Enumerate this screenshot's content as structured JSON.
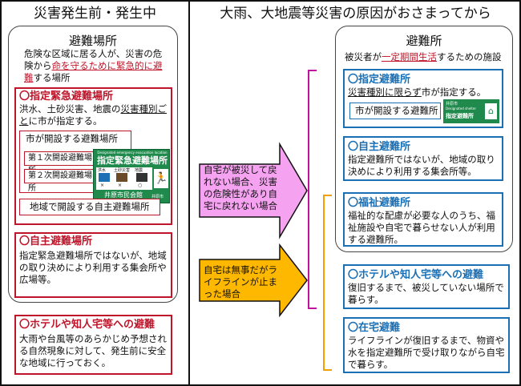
{
  "left": {
    "header": "災害発生前・発生中",
    "shelter_group": {
      "title": "避難場所",
      "desc_parts": [
        "危険な区域に居る人が、災害の危険から",
        "命を守るために緊急的に避難",
        "する場所"
      ]
    },
    "designated_emergency": {
      "title": "〇指定緊急避難場所",
      "desc_parts": [
        "洪水、土砂災害、地震の",
        "災害種別ごと",
        "に市が指定する。"
      ],
      "city_box": "市が開設する避難場所",
      "first": "第１次開設避難場所",
      "second": "第２次開設避難場所",
      "local_box": "地域で開設する自主避難場所"
    },
    "sign": {
      "top": "Designated emergency evacuation location",
      "title": "指定緊急避難場所",
      "hazards": [
        "洪水",
        "土砂災害",
        "地震"
      ],
      "marks": [
        "×",
        "×",
        "○"
      ],
      "name": "井原市民会館",
      "city": "井原市"
    },
    "voluntary": {
      "title": "〇自主避難場所",
      "desc": "指定緊急避難場所ではないが、地域の取り決めにより利用する集会所や広場等。"
    },
    "hotel": {
      "title": "〇ホテルや知人宅等への避難",
      "desc": "大雨や台風等のあらかじめ予想される自然現象に対して、発生前に安全な地域に行っておく。"
    }
  },
  "right": {
    "header": "大雨、大地震等災害の原因がおさまってから",
    "shelter_group": {
      "title": "避難所",
      "desc_parts": [
        "被災者が",
        "一定期間生活",
        "するための施設"
      ]
    },
    "designated": {
      "title": "〇指定避難所",
      "desc_parts": [
        "災害種別に限らず",
        "市が指定する。"
      ],
      "city_box": "市が開設する避難所",
      "sign_line1": "井原市",
      "sign_line2": "Designated shelter",
      "sign_line3": "指定避難所"
    },
    "voluntary": {
      "title": "〇自主避難所",
      "desc": "指定避難所ではないが、地域の取り決めにより利用する集会所等。"
    },
    "welfare": {
      "title": "〇福祉避難所",
      "desc": "福祉的な配慮が必要な人のうち、福祉施設や自宅で暮らせない人が利用する避難所。"
    },
    "hotel": {
      "title": "〇ホテルや知人宅等への避難",
      "desc": "復旧するまで、被災していない場所で暮らす。"
    },
    "home": {
      "title": "〇在宅避難",
      "desc": "ライフラインが復旧するまで、物資や水を指定避難所で受け取りながら自宅で暮らす。"
    }
  },
  "arrows": {
    "pink": "自宅が被災して戻れない場合、災害の危険性があり自宅に戻れない場合",
    "orange": "自宅は無事だがライフラインが止まった場合"
  },
  "colors": {
    "red": "#c0142a",
    "blue": "#1a6fb5",
    "pink": "#f5a3f0",
    "orange": "#ffb800",
    "sign_green": "#1f8a4c",
    "bracket_pink": "#c0149a",
    "bracket_orange": "#f0a000"
  }
}
